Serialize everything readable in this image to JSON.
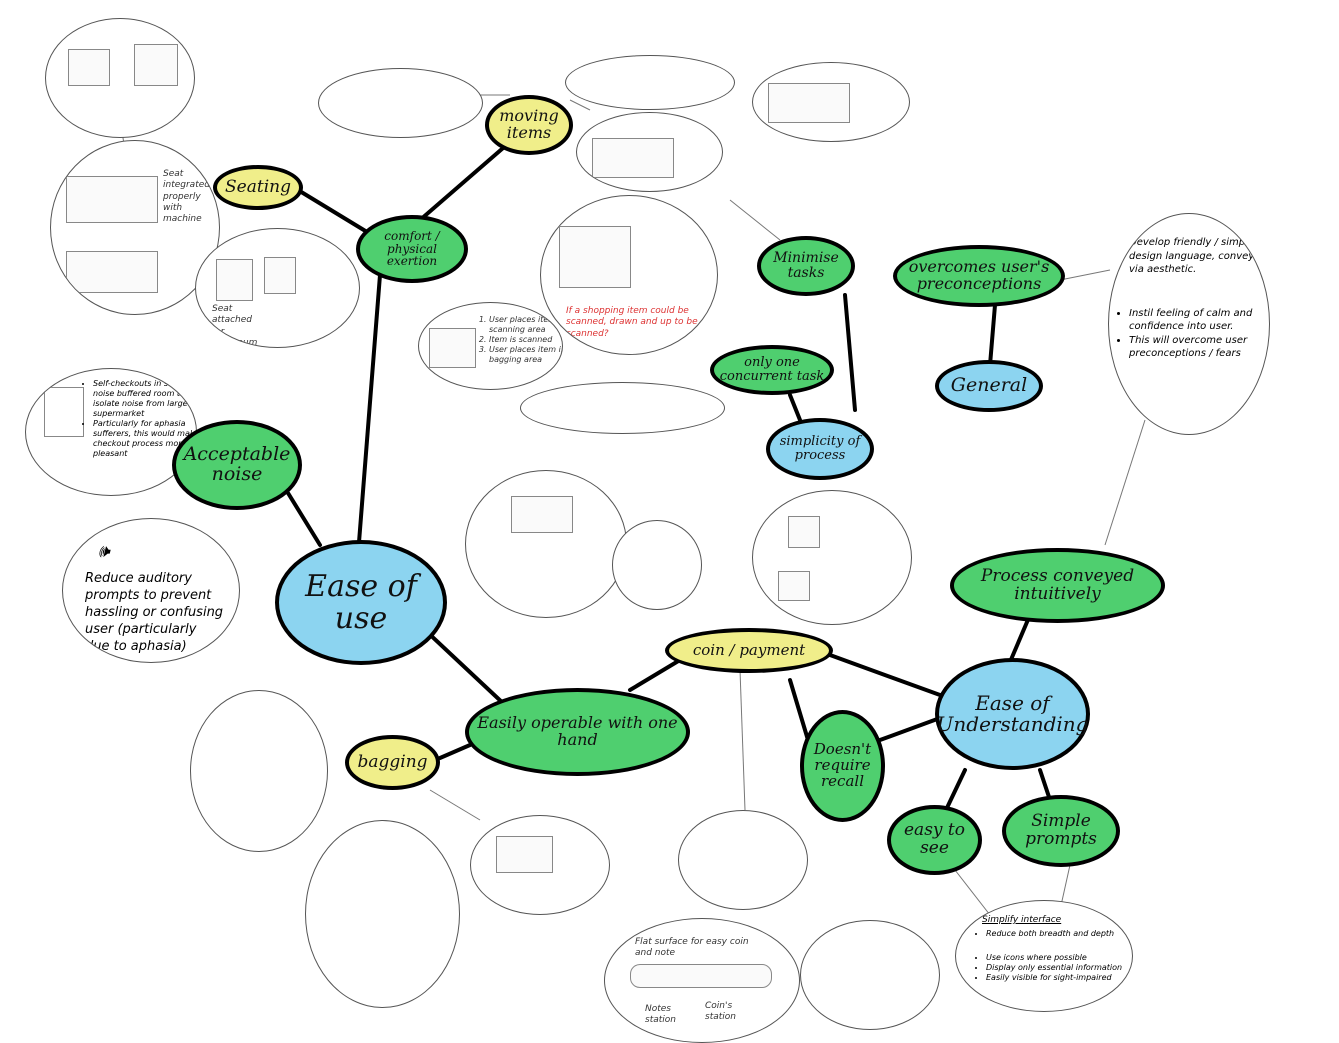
{
  "nodes": {
    "ease_of_use": "Ease of use",
    "comfort": "comfort / physical exertion",
    "seating": "Seating",
    "moving_items": "moving items",
    "minimise_tasks": "Minimise tasks",
    "only_one": "only one concurrent task",
    "simplicity": "simplicity of process",
    "overcomes": "overcomes user's preconceptions",
    "general": "General",
    "acceptable_noise": "Acceptable noise",
    "easily_operable": "Easily operable with one hand",
    "bagging": "bagging",
    "coin_payment": "coin / payment",
    "doesnt_recall": "Doesn't require recall",
    "ease_understanding": "Ease of Understanding",
    "process_conveyed": "Process conveyed intuitively",
    "easy_to_see": "easy to see",
    "simple_prompts": "Simple prompts"
  },
  "notes": {
    "general_notes": [
      "Develop friendly / simple design language, conveyed via aesthetic.",
      "Instil feeling of calm and confidence into user.",
      "This will overcome user preconceptions / fears"
    ],
    "noise_notes": [
      "Self-checkouts in separate, noise buffered room to isolate noise from large supermarket",
      "Particularly for aphasia sufferers, this would make checkout process more pleasant"
    ],
    "auditory_note": "Reduce auditory prompts to prevent hassling or confusing user (particularly due to aphasia)",
    "red_note": "If a shopping item could be scanned, drawn and up to be scanned?",
    "scan_steps": [
      "User places item in scanning area",
      "Item is scanned",
      "User places item in bagging area"
    ],
    "simplify_title": "Simplify interface",
    "simplify_list": [
      "Reduce both breadth and depth",
      "Use icons where possible",
      "Display only essential information",
      "Easily visible for sight-impaired"
    ],
    "notes_station": "Notes station",
    "coins_station": "Coin's station",
    "flat_surface": "Flat surface for easy coin and note",
    "comfort_note": "Seat integrated properly with machine",
    "seat_note": "Seat attached for maximum space"
  }
}
